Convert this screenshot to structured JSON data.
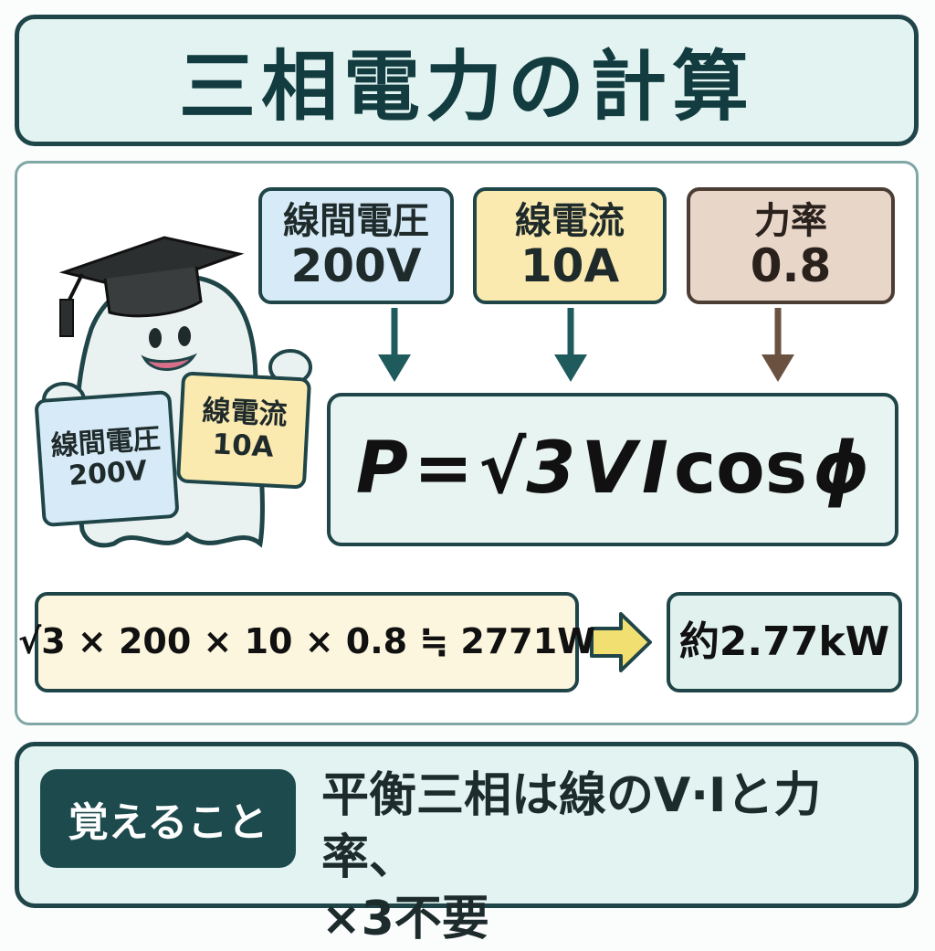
{
  "title": "三相電力の計算",
  "inputs": {
    "voltage": {
      "label": "線間電圧",
      "value": "200V"
    },
    "current": {
      "label": "線電流",
      "value": "10A"
    },
    "power_factor": {
      "label": "力率",
      "value": "0.8"
    }
  },
  "mascot_signs": {
    "voltage": {
      "label": "線間電圧",
      "value": "200V"
    },
    "current": {
      "label": "線電流",
      "value": "10A"
    }
  },
  "formula": {
    "lhs": "P",
    "eq": "=",
    "sqrt3": "√3",
    "v": "V",
    "i": "I",
    "cos": "cos",
    "phi": "ϕ"
  },
  "calculation": "√3 × 200 × 10 × 0.8 ≒ 2771W",
  "result": "約2.77kW",
  "memo": {
    "tag": "覚えること",
    "line1": "平衡三相は線のV·Iと力率、",
    "line2": "×3不要"
  },
  "colors": {
    "dark_teal": "#1f4548",
    "voltage_bg": "#d6ebf7",
    "current_bg": "#fbeab0",
    "pf_bg": "#e8d6c9",
    "result_arrow": "#f2df72"
  }
}
